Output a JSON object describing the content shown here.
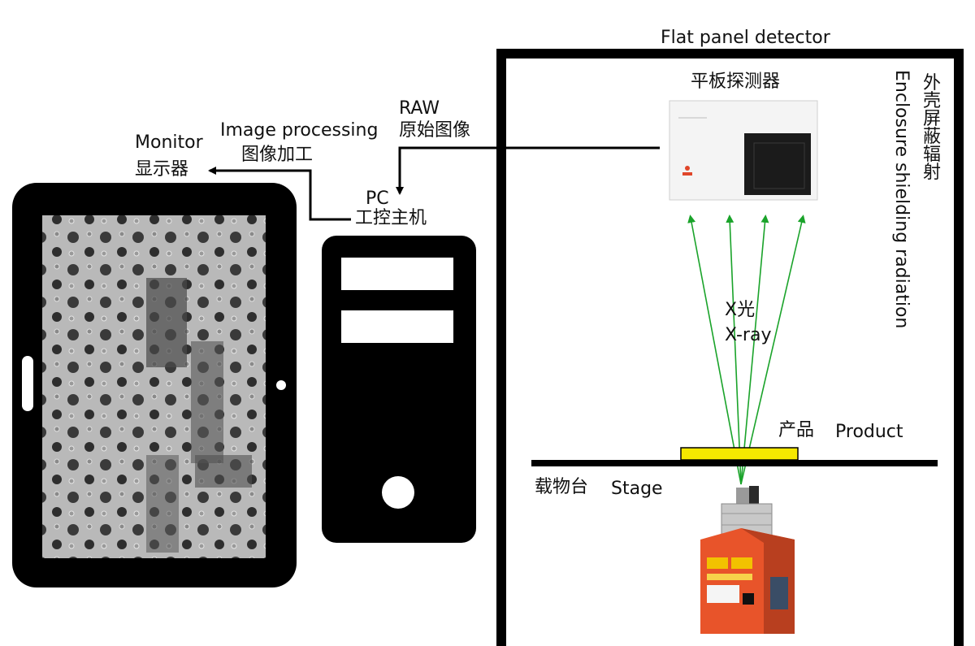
{
  "labels": {
    "flat_panel_detector": "Flat panel detector",
    "detector_cn": "平板探测器",
    "enclosure_cn": "外壳屏蔽辐射",
    "enclosure_en": "Enclosure shielding radiation",
    "raw_en": "RAW",
    "raw_cn": "原始图像",
    "image_processing_en": "Image processing",
    "image_processing_cn": "图像加工",
    "monitor_en": "Monitor",
    "monitor_cn": "显示器",
    "pc_en": "PC",
    "pc_cn": "工控主机",
    "xray_cn": "X光",
    "xray_en": "X-ray",
    "product_cn": "产品",
    "product_en": "Product",
    "stage_cn": "载物台",
    "stage_en": "Stage"
  },
  "colors": {
    "frame": "#000000",
    "xray": "#1aa32a",
    "product": "#f5e800",
    "source_body": "#e8542a",
    "detector_panel": "#f4f4f4"
  }
}
